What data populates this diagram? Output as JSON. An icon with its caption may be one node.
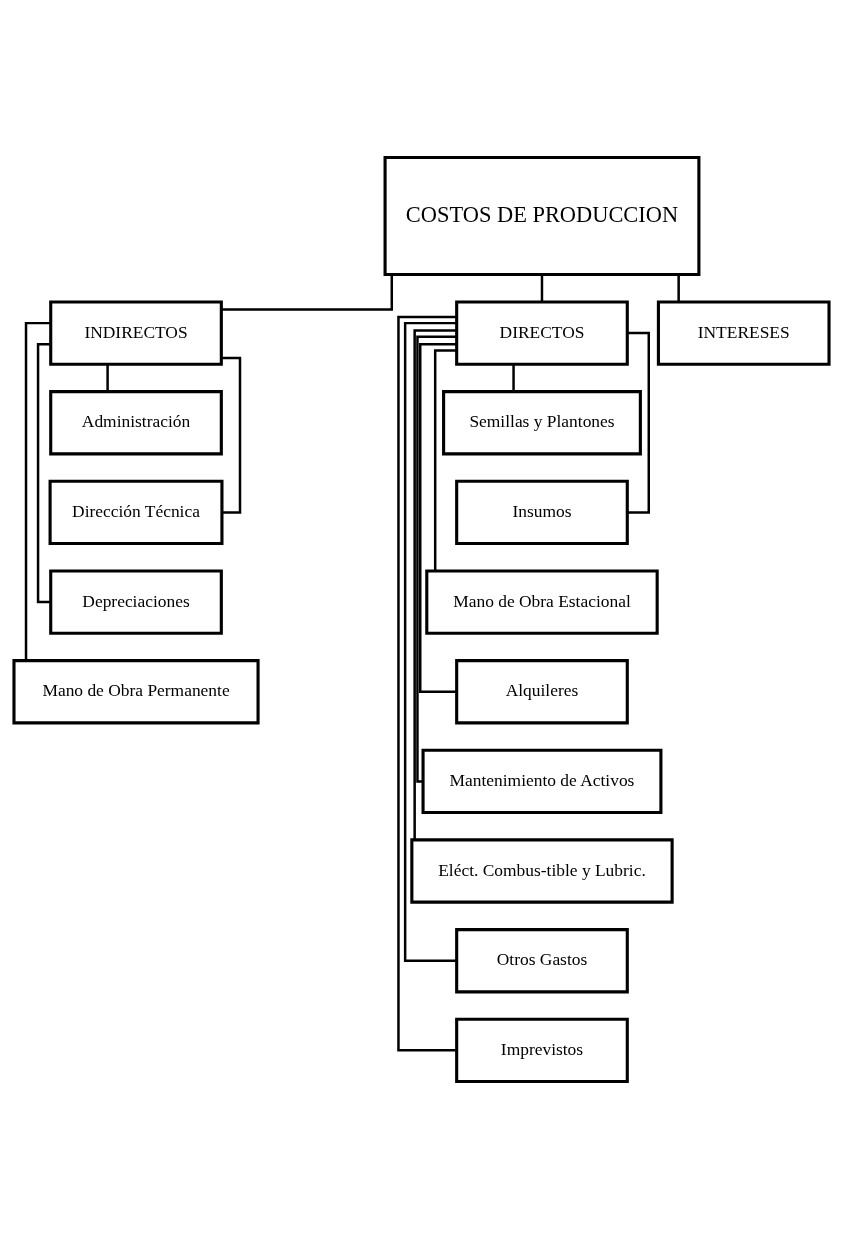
{
  "diagram": {
    "nodes": [
      {
        "text": [
          "COSTOS DE PRODUCCION"
        ]
      },
      {
        "text": [
          "INDIRECTOS"
        ]
      },
      {
        "text": [
          "DIRECTOS"
        ]
      },
      {
        "text": [
          "INTERESES"
        ]
      },
      {
        "text": [
          "Administración"
        ]
      },
      {
        "text": [
          "Dirección Técnica"
        ]
      },
      {
        "text": [
          "Depreciaciones"
        ]
      },
      {
        "text": [
          "Mano de Obra Permanente"
        ]
      },
      {
        "text": [
          "Semillas y Plantones"
        ]
      },
      {
        "text": [
          "Insumos"
        ]
      },
      {
        "text": [
          "Mano de Obra Estacional"
        ]
      },
      {
        "text": [
          "Alquileres"
        ]
      },
      {
        "text": [
          "Mantenimiento de Activos"
        ]
      },
      {
        "text": [
          "Eléct. Combus-tible y Lubric."
        ]
      },
      {
        "text": [
          "Otros Gastos"
        ]
      },
      {
        "text": [
          "Imprevistos"
        ]
      }
    ],
    "edges": [
      {
        "from": 0,
        "to": 1,
        "arrow": "none"
      },
      {
        "from": 0,
        "to": 2,
        "arrow": "none"
      },
      {
        "from": 0,
        "to": 3,
        "arrow": "none"
      },
      {
        "from": 1,
        "to": 4,
        "arrow": "none"
      },
      {
        "from": 1,
        "to": 5,
        "arrow": "none"
      },
      {
        "from": 1,
        "to": 6,
        "arrow": "none"
      },
      {
        "from": 1,
        "to": 7,
        "arrow": "none"
      },
      {
        "from": 2,
        "to": 8,
        "arrow": "none"
      },
      {
        "from": 2,
        "to": 9,
        "arrow": "none"
      },
      {
        "from": 2,
        "to": 10,
        "arrow": "none"
      },
      {
        "from": 2,
        "to": 11,
        "arrow": "none"
      },
      {
        "from": 2,
        "to": 12,
        "arrow": "none"
      },
      {
        "from": 2,
        "to": 13,
        "arrow": "none"
      },
      {
        "from": 2,
        "to": 14,
        "arrow": "none"
      },
      {
        "from": 2,
        "to": 15,
        "arrow": "none"
      }
    ]
  }
}
